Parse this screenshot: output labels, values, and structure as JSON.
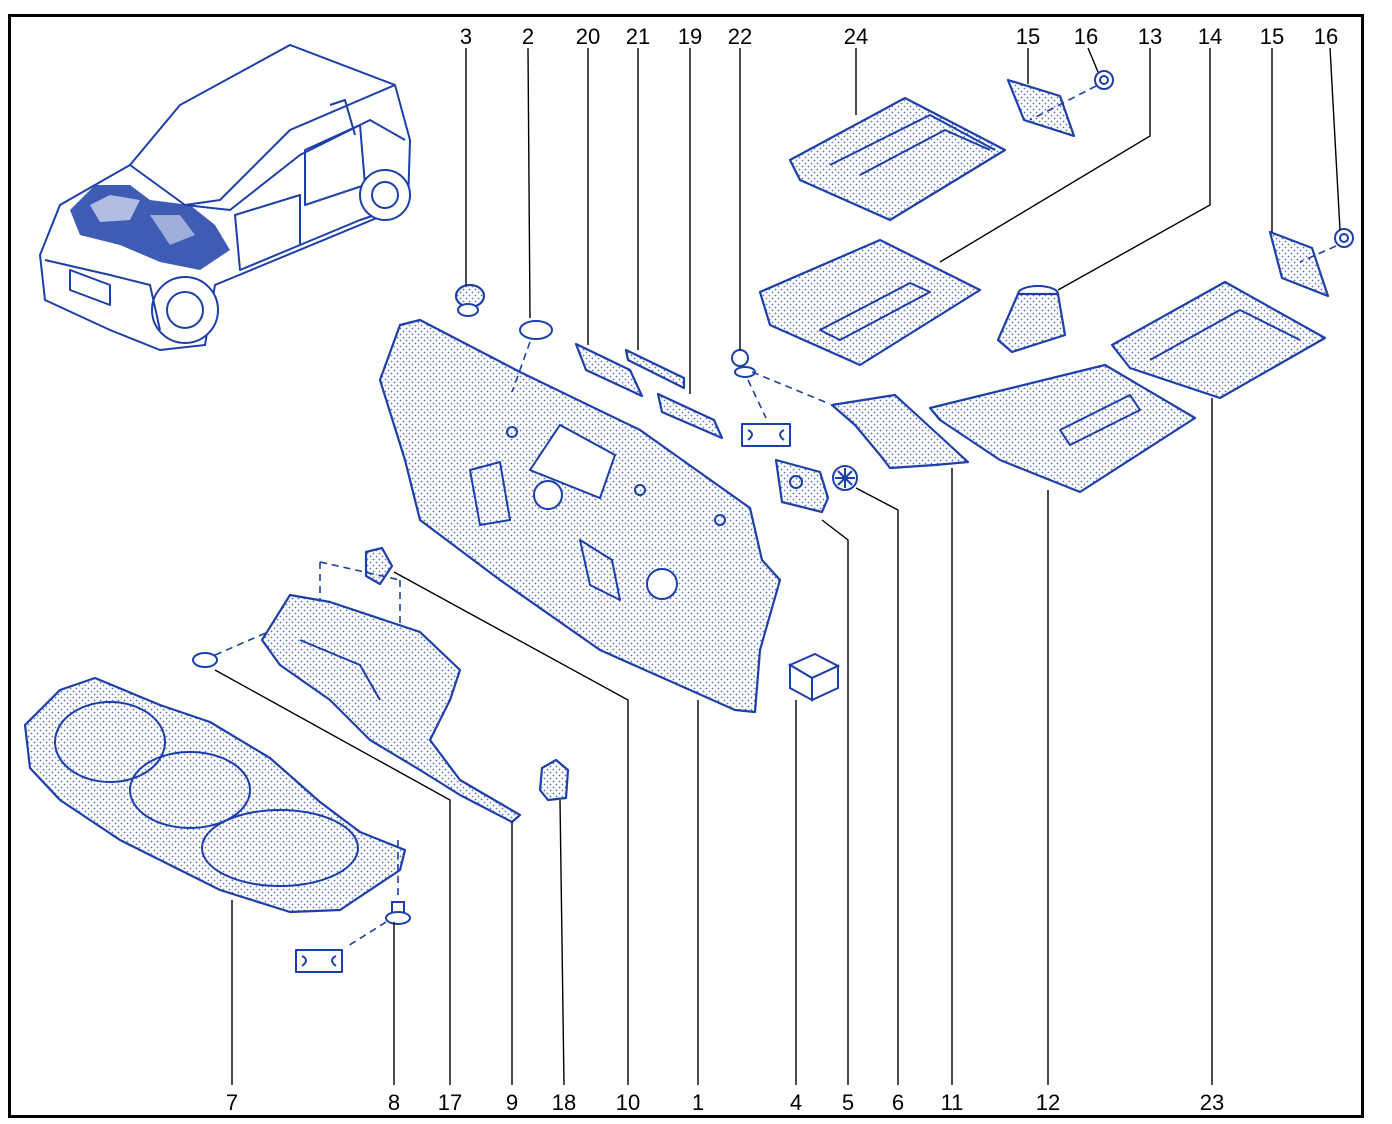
{
  "diagram": {
    "callouts": [
      {
        "id": "c3",
        "text": "3"
      },
      {
        "id": "c2",
        "text": "2"
      },
      {
        "id": "c20",
        "text": "20"
      },
      {
        "id": "c21",
        "text": "21"
      },
      {
        "id": "c19",
        "text": "19"
      },
      {
        "id": "c22",
        "text": "22"
      },
      {
        "id": "c24",
        "text": "24"
      },
      {
        "id": "c15a",
        "text": "15"
      },
      {
        "id": "c16a",
        "text": "16"
      },
      {
        "id": "c13",
        "text": "13"
      },
      {
        "id": "c14",
        "text": "14"
      },
      {
        "id": "c15b",
        "text": "15"
      },
      {
        "id": "c16b",
        "text": "16"
      },
      {
        "id": "c7",
        "text": "7"
      },
      {
        "id": "c8",
        "text": "8"
      },
      {
        "id": "c17",
        "text": "17"
      },
      {
        "id": "c9",
        "text": "9"
      },
      {
        "id": "c18",
        "text": "18"
      },
      {
        "id": "c10",
        "text": "10"
      },
      {
        "id": "c1",
        "text": "1"
      },
      {
        "id": "c4",
        "text": "4"
      },
      {
        "id": "c5",
        "text": "5"
      },
      {
        "id": "c6",
        "text": "6"
      },
      {
        "id": "c11",
        "text": "11"
      },
      {
        "id": "c12",
        "text": "12"
      },
      {
        "id": "c23",
        "text": "23"
      }
    ],
    "colors": {
      "line": "#1d3fa8",
      "frame": "#000000",
      "background": "#ffffff"
    }
  }
}
